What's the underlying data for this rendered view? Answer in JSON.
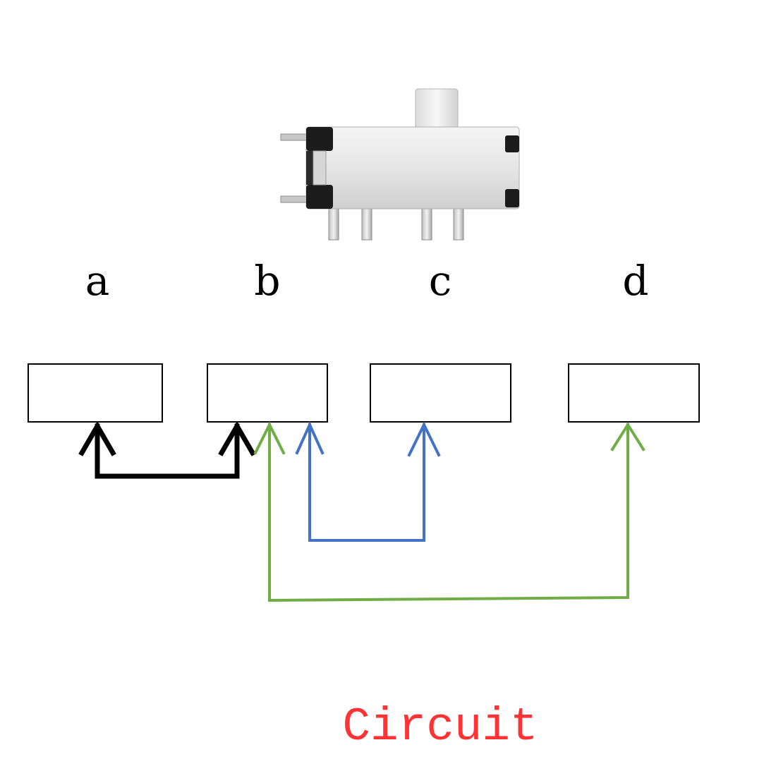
{
  "terminals": [
    {
      "id": "a",
      "label": "a"
    },
    {
      "id": "b",
      "label": "b"
    },
    {
      "id": "c",
      "label": "c"
    },
    {
      "id": "d",
      "label": "d"
    }
  ],
  "connections": [
    {
      "from": "a",
      "to": "b",
      "color": "#000000"
    },
    {
      "from": "b",
      "to": "c",
      "color": "#4472c4"
    },
    {
      "from": "b",
      "to": "d",
      "color": "#70ad47"
    }
  ],
  "caption": {
    "text": "Circuit",
    "color": "#ff3333"
  },
  "component": {
    "name": "slide-switch-photo"
  }
}
